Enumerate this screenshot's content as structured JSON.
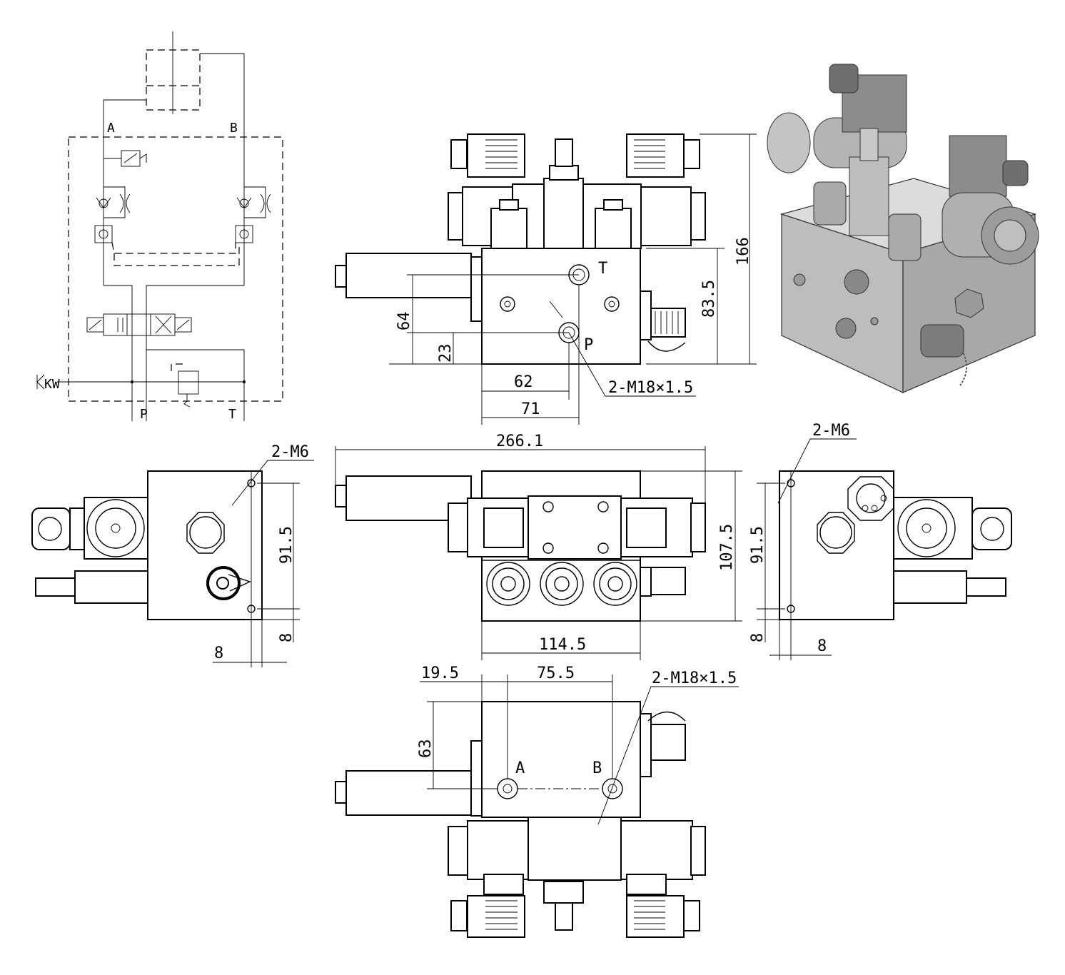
{
  "schematic": {
    "port_a": "A",
    "port_b": "B",
    "port_p": "P",
    "port_t": "T",
    "gauge": "KW"
  },
  "front_view": {
    "port_t": "T",
    "port_p": "P",
    "dim_166": "166",
    "dim_83_5": "83.5",
    "dim_64": "64",
    "dim_23": "23",
    "dim_62": "62",
    "dim_71": "71",
    "thread_callout": "2-M18×1.5"
  },
  "top_view": {
    "dim_266_1": "266.1",
    "dim_107_5": "107.5",
    "dim_114_5": "114.5"
  },
  "left_view": {
    "thread_callout": "2-M6",
    "dim_91_5": "91.5",
    "dim_8_vert": "8",
    "dim_8_horiz": "8"
  },
  "right_view": {
    "thread_callout": "2-M6",
    "dim_91_5": "91.5",
    "dim_8_vert": "8",
    "dim_8_horiz": "8"
  },
  "rear_view": {
    "port_a": "A",
    "port_b": "B",
    "dim_19_5": "19.5",
    "dim_75_5": "75.5",
    "dim_63": "63",
    "thread_callout": "2-M18×1.5"
  },
  "iso_view": {
    "colors": {
      "body": "#c8c8c8",
      "dark": "#6e6e6e",
      "light": "#e2e2e2"
    }
  }
}
